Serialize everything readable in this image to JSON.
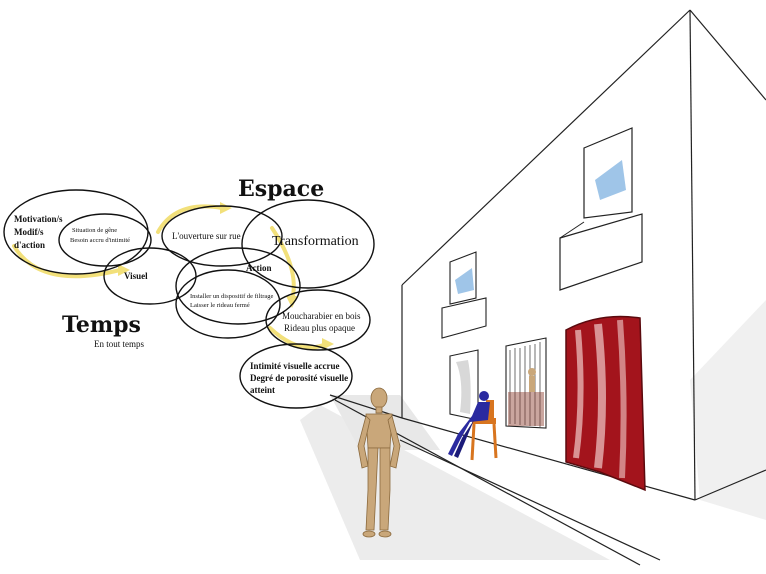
{
  "diagram": {
    "espace": "Espace",
    "temps": "Temps",
    "temps_sub": "En tout temps",
    "motivation": [
      "Motivation/s",
      "Modif/s",
      "d'action"
    ],
    "situation": [
      "Situation de gêne",
      "Besoin accru d'intimité"
    ],
    "visuel": "Visuel",
    "ouverture": "L'ouverture sur rue",
    "transformation": "Transformation",
    "action": "Action",
    "action_sub": [
      "Installer un dispositif de filtrage",
      "Laisser le rideau fermé"
    ],
    "moucharabieh": [
      "Moucharabier en bois",
      "Rideau plus opaque"
    ],
    "intimite": [
      "Intimité visuelle accrue",
      "Degré de porosité visuelle",
      "atteint"
    ]
  },
  "colors": {
    "arrow": "#f2e07a",
    "curtain": "#a3141c",
    "chair": "#d8751f",
    "blue_figure": "#2a2aa0",
    "wood_figure": "#c9a77a",
    "glass": "#7fb1e0"
  }
}
